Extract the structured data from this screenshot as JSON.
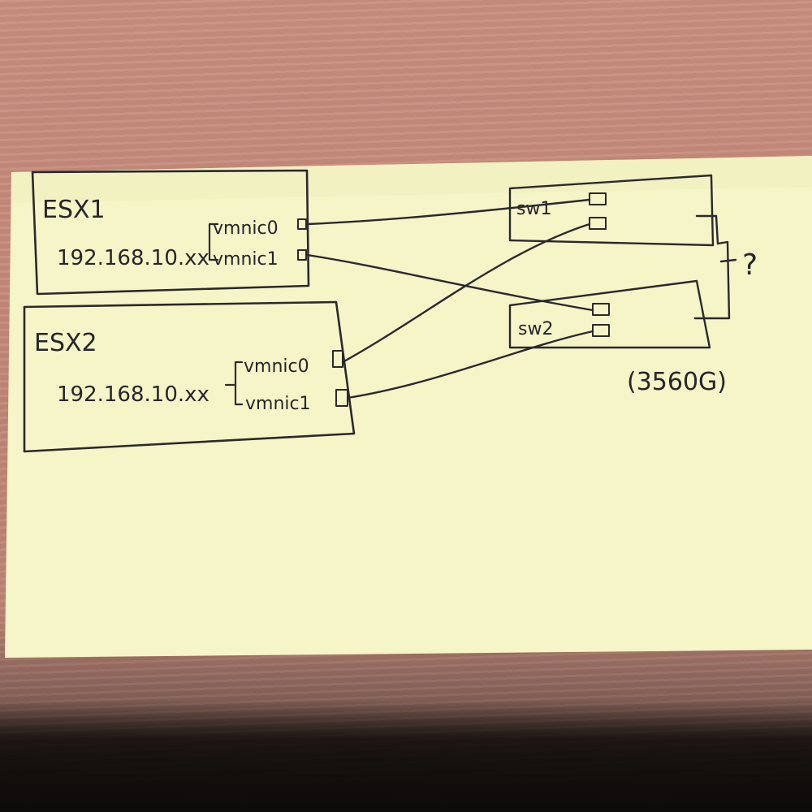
{
  "esx1": {
    "title": "ESX1",
    "ip": "192.168.10.xx",
    "nic0": "vmnic0",
    "nic1": "vmnic1"
  },
  "esx2": {
    "title": "ESX2",
    "ip": "192.168.10.xx",
    "nic0": "vmnic0",
    "nic1": "vmnic1"
  },
  "sw1": {
    "label": "sw1"
  },
  "sw2": {
    "label": "sw2"
  },
  "question_mark": "?",
  "switch_model": "(3560G)",
  "colors": {
    "paper": "#f7f6c9",
    "ink": "#2a292e",
    "desk": "#c98f7f"
  }
}
